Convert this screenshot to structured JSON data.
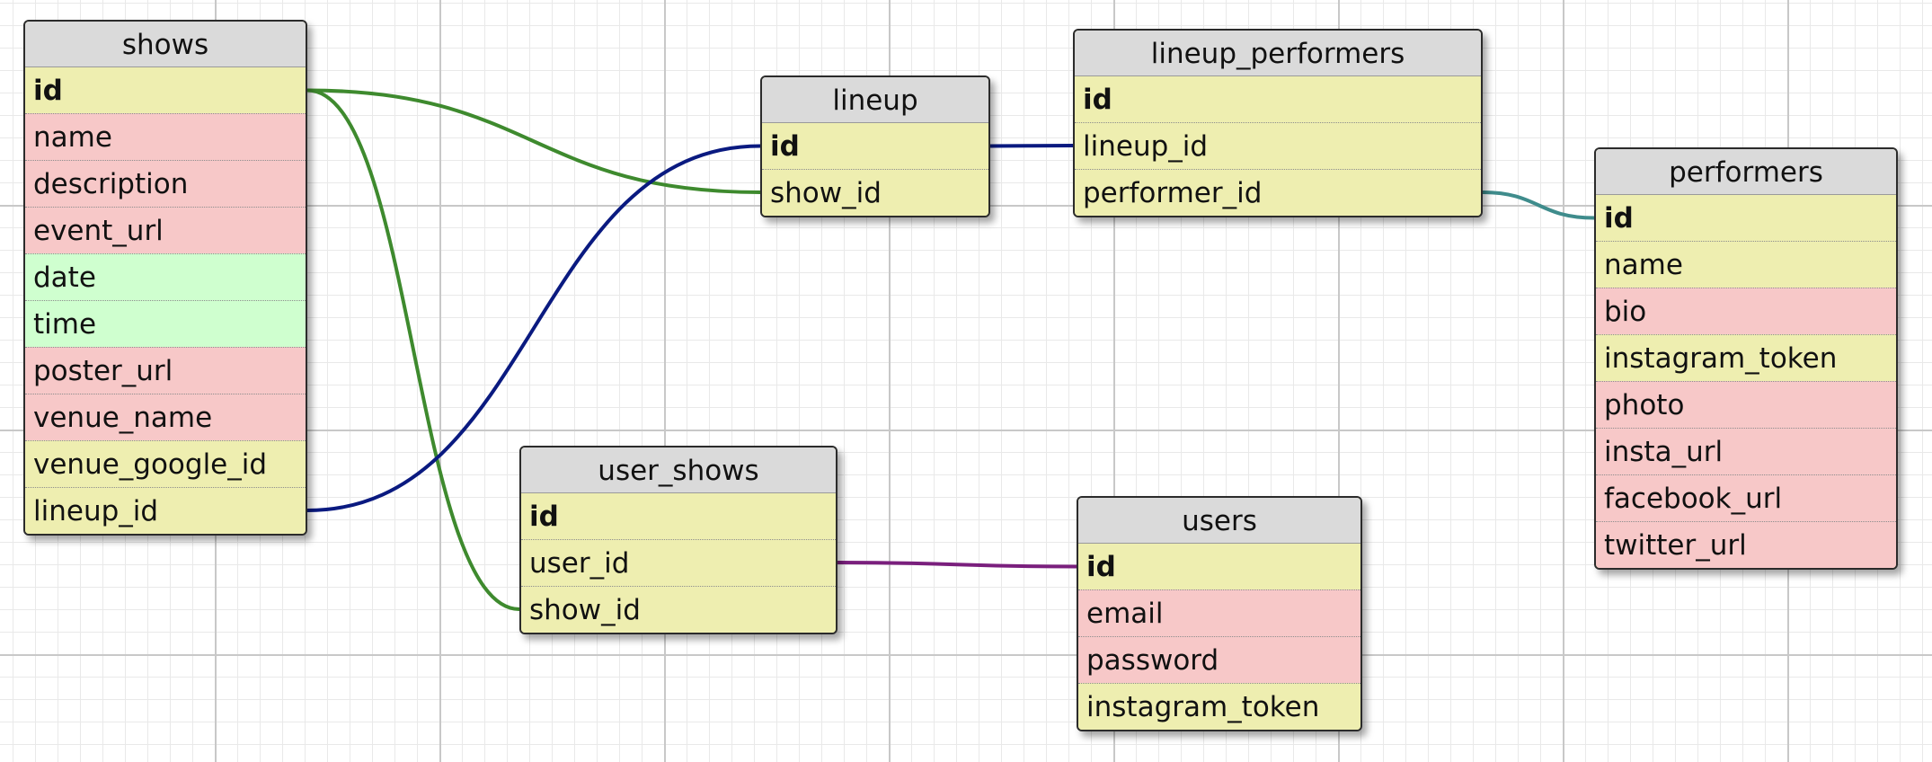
{
  "colors": {
    "key": "#eeeeb0",
    "text": "#f7c8c8",
    "date": "#cfffcf",
    "header": "#dadada",
    "link_green": "#3e8a2e",
    "link_navy": "#0a1a80",
    "link_teal": "#3f8c8c",
    "link_purple": "#7a1f7d"
  },
  "tables": {
    "shows": {
      "title": "shows",
      "fields": [
        {
          "name": "id",
          "type": "key",
          "pk": true
        },
        {
          "name": "name",
          "type": "text"
        },
        {
          "name": "description",
          "type": "text"
        },
        {
          "name": "event_url",
          "type": "text"
        },
        {
          "name": "date",
          "type": "date"
        },
        {
          "name": "time",
          "type": "date"
        },
        {
          "name": "poster_url",
          "type": "text"
        },
        {
          "name": "venue_name",
          "type": "text"
        },
        {
          "name": "venue_google_id",
          "type": "key"
        },
        {
          "name": "lineup_id",
          "type": "key"
        }
      ]
    },
    "lineup": {
      "title": "lineup",
      "fields": [
        {
          "name": "id",
          "type": "key",
          "pk": true
        },
        {
          "name": "show_id",
          "type": "key"
        }
      ]
    },
    "lineup_performers": {
      "title": "lineup_performers",
      "fields": [
        {
          "name": "id",
          "type": "key",
          "pk": true
        },
        {
          "name": "lineup_id",
          "type": "key"
        },
        {
          "name": "performer_id",
          "type": "key"
        }
      ]
    },
    "performers": {
      "title": "performers",
      "fields": [
        {
          "name": "id",
          "type": "key",
          "pk": true
        },
        {
          "name": "name",
          "type": "key"
        },
        {
          "name": "bio",
          "type": "text"
        },
        {
          "name": "instagram_token",
          "type": "key"
        },
        {
          "name": "photo",
          "type": "text"
        },
        {
          "name": "insta_url",
          "type": "text"
        },
        {
          "name": "facebook_url",
          "type": "text"
        },
        {
          "name": "twitter_url",
          "type": "text"
        }
      ]
    },
    "user_shows": {
      "title": "user_shows",
      "fields": [
        {
          "name": "id",
          "type": "key",
          "pk": true
        },
        {
          "name": "user_id",
          "type": "key"
        },
        {
          "name": "show_id",
          "type": "key"
        }
      ]
    },
    "users": {
      "title": "users",
      "fields": [
        {
          "name": "id",
          "type": "key",
          "pk": true
        },
        {
          "name": "email",
          "type": "text"
        },
        {
          "name": "password",
          "type": "text"
        },
        {
          "name": "instagram_token",
          "type": "key"
        }
      ]
    }
  },
  "relationships": [
    {
      "from": "shows.id",
      "to": "lineup.show_id",
      "color": "#3e8a2e"
    },
    {
      "from": "shows.id",
      "to": "user_shows.show_id",
      "color": "#3e8a2e"
    },
    {
      "from": "shows.lineup_id",
      "to": "lineup.id",
      "color": "#0a1a80"
    },
    {
      "from": "lineup.id",
      "to": "lineup_performers.lineup_id",
      "color": "#0a1a80"
    },
    {
      "from": "lineup_performers.performer_id",
      "to": "performers.id",
      "color": "#3f8c8c"
    },
    {
      "from": "user_shows.user_id",
      "to": "users.id",
      "color": "#7a1f7d"
    }
  ]
}
